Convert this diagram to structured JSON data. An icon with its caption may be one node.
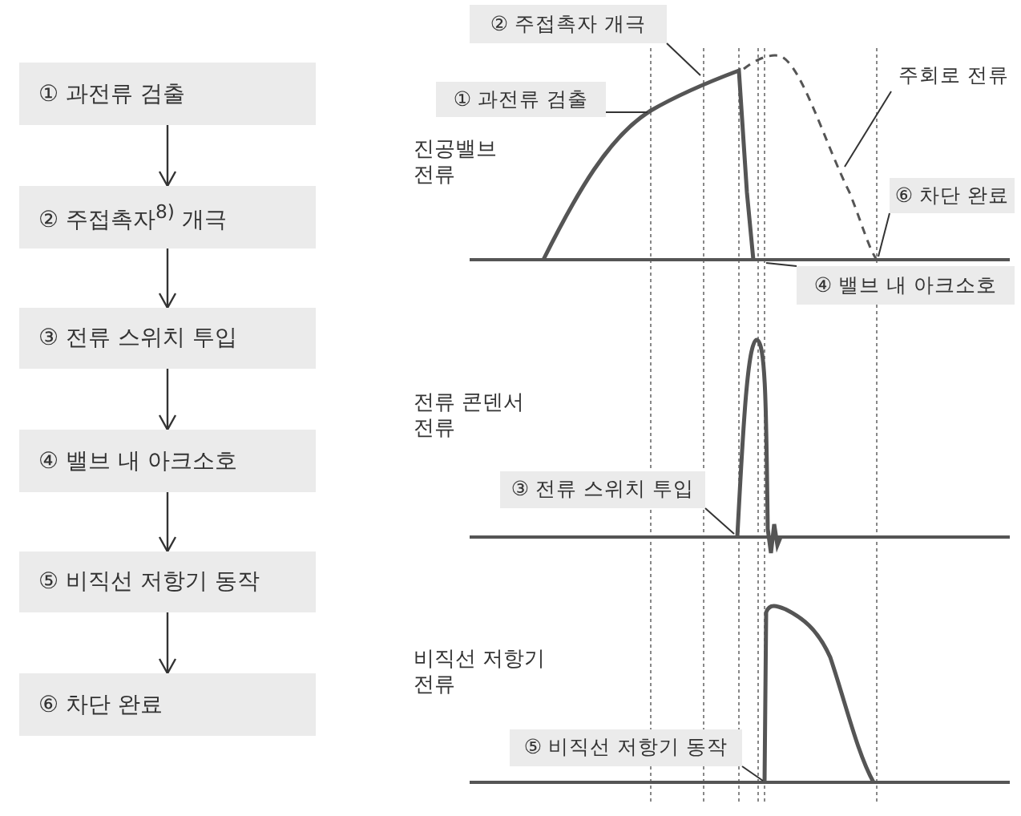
{
  "diagram": {
    "nodes": [
      {
        "text": [
          "① 과전류 검출"
        ]
      },
      {
        "text": [
          "② 주접촉자$^{8)}$ 개극"
        ]
      },
      {
        "text": [
          "③ 전류 스위치 투입"
        ]
      },
      {
        "text": [
          "④ 밸브 내 아크소호"
        ]
      },
      {
        "text": [
          "⑤ 비직선 저항기 동작"
        ]
      },
      {
        "text": [
          "⑥ 차단 완료"
        ]
      },
      {
        "text": [
          "② 주접촉자 개극"
        ]
      },
      {
        "text": [
          "① 과전류 검출"
        ]
      },
      {
        "text": [
          "주회로 전류"
        ]
      },
      {
        "text": [
          "⑥ 차단 완료"
        ]
      },
      {
        "text": [
          "④ 밸브 내 아크소호"
        ]
      },
      {
        "text": [
          "③ 전류 스위치 투입"
        ]
      },
      {
        "text": [
          "⑤ 비직선 저항기 동작"
        ]
      },
      {
        "text": [],
        "shape": "curve"
      },
      {
        "text": [],
        "shape": "curve"
      },
      {
        "text": [],
        "shape": "curve"
      },
      {
        "text": [],
        "shape": "curve"
      }
    ],
    "edges": [
      {
        "from": 0,
        "to": 1,
        "arrow": "to"
      },
      {
        "from": 1,
        "to": 2,
        "arrow": "to"
      },
      {
        "from": 2,
        "to": 3,
        "arrow": "to"
      },
      {
        "from": 3,
        "to": 4,
        "arrow": "to"
      },
      {
        "from": 4,
        "to": 5,
        "arrow": "to"
      },
      {
        "from": 6,
        "to": 13,
        "arrow": "none"
      },
      {
        "from": 7,
        "to": 13,
        "arrow": "none"
      },
      {
        "from": 8,
        "to": 14,
        "arrow": "none"
      },
      {
        "from": 9,
        "to": 14,
        "arrow": "none"
      },
      {
        "from": 10,
        "to": 13,
        "arrow": "none"
      },
      {
        "from": 11,
        "to": 15,
        "arrow": "none"
      },
      {
        "from": 12,
        "to": 16,
        "arrow": "none"
      }
    ],
    "labels": [
      "진공밸브 전류",
      "전류 콘덴서 전류",
      "비직선 저항기 전류"
    ]
  }
}
